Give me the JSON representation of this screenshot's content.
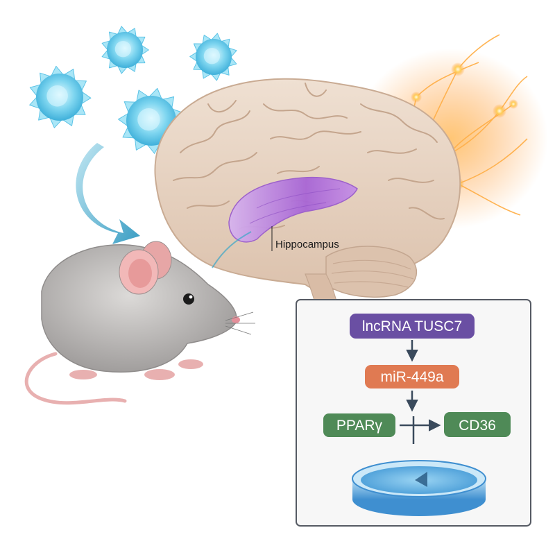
{
  "labels": {
    "hippocampus": "Hippocampus"
  },
  "pathway": {
    "nodes": [
      {
        "id": "lncrna",
        "text": "lncRNA TUSC7",
        "color": "#6a4fa3"
      },
      {
        "id": "mir",
        "text": "miR-449a",
        "color": "#e07a52"
      },
      {
        "id": "ppar",
        "text": "PPARγ",
        "color": "#4f8a57"
      },
      {
        "id": "cd36",
        "text": "CD36",
        "color": "#4f8a57"
      }
    ]
  },
  "colors": {
    "cell": "#7fd6f0",
    "arrow": "#3aa6c7",
    "brain": "#e8d3c2",
    "hippocampus": "#b27ad8",
    "neuron_glow": "#ffb347",
    "mouse": "#b9b6b5",
    "dish": "#5aa8dd",
    "panel_border": "#555a63"
  }
}
